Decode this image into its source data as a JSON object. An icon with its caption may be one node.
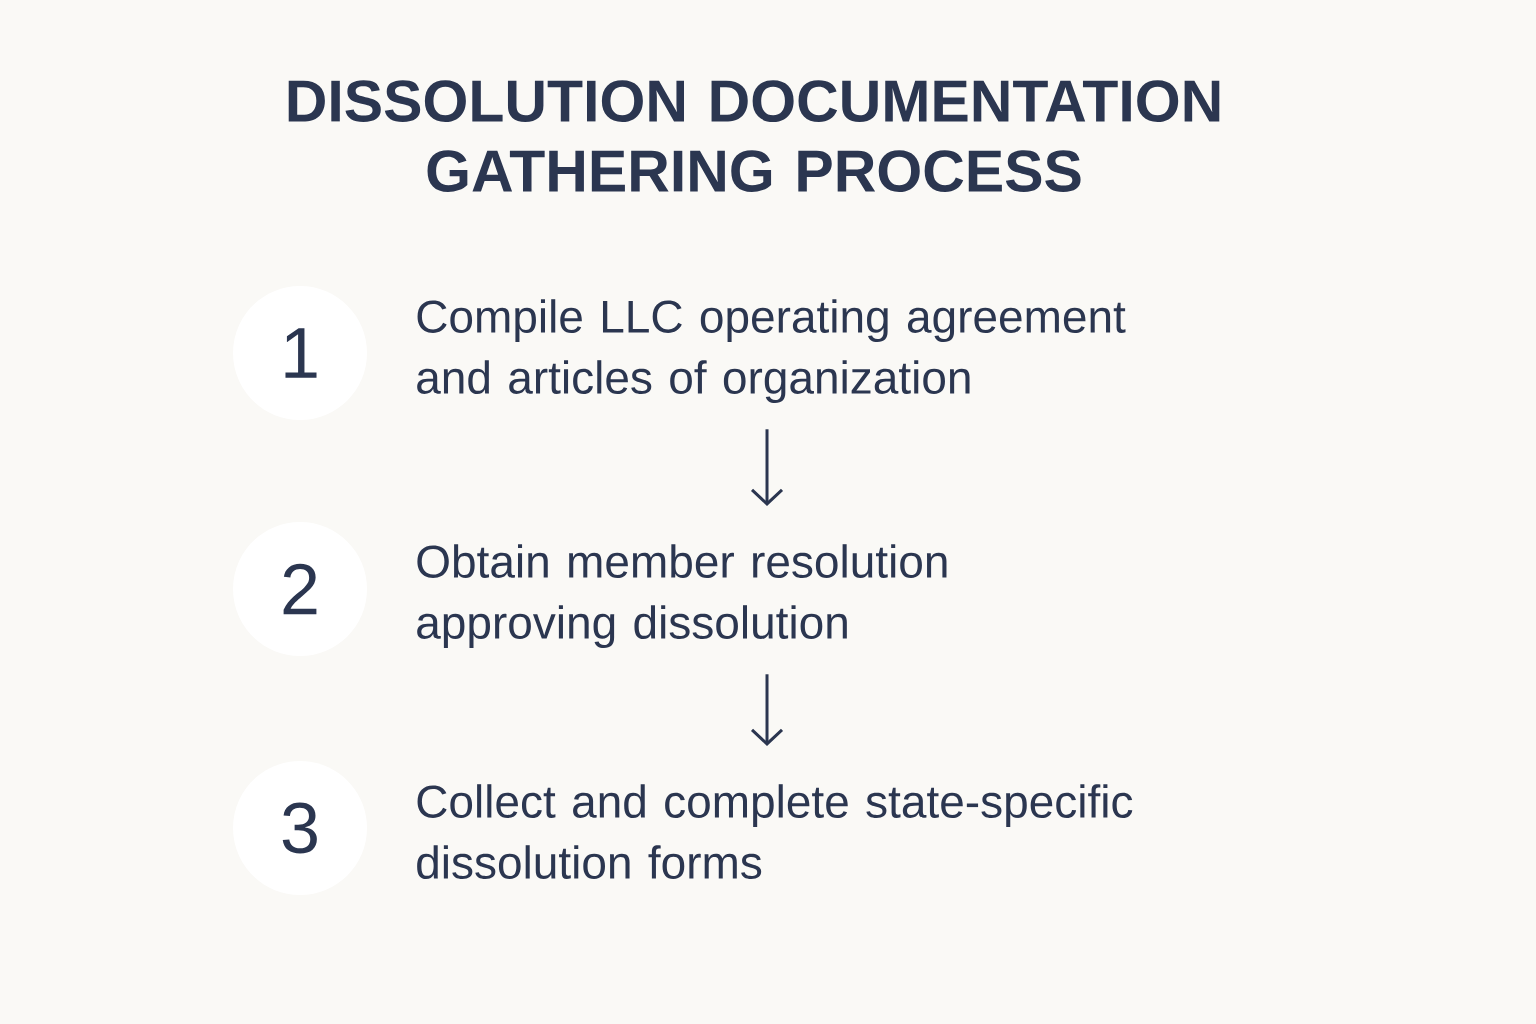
{
  "diagram": {
    "title": "DISSOLUTION DOCUMENTATION GATHERING PROCESS",
    "nodes": [
      {
        "text": [
          "1"
        ]
      },
      {
        "text": [
          "Compile LLC operating agreement and articles of organization"
        ]
      },
      {
        "text": [
          "2"
        ]
      },
      {
        "text": [
          "Obtain member resolution approving dissolution"
        ]
      },
      {
        "text": [
          "3"
        ]
      },
      {
        "text": [
          "Collect and complete state-specific dissolution forms"
        ]
      }
    ],
    "edges": [
      {
        "from": 1,
        "to": 3,
        "arrow": "to"
      },
      {
        "from": 3,
        "to": 5,
        "arrow": "to"
      }
    ]
  }
}
